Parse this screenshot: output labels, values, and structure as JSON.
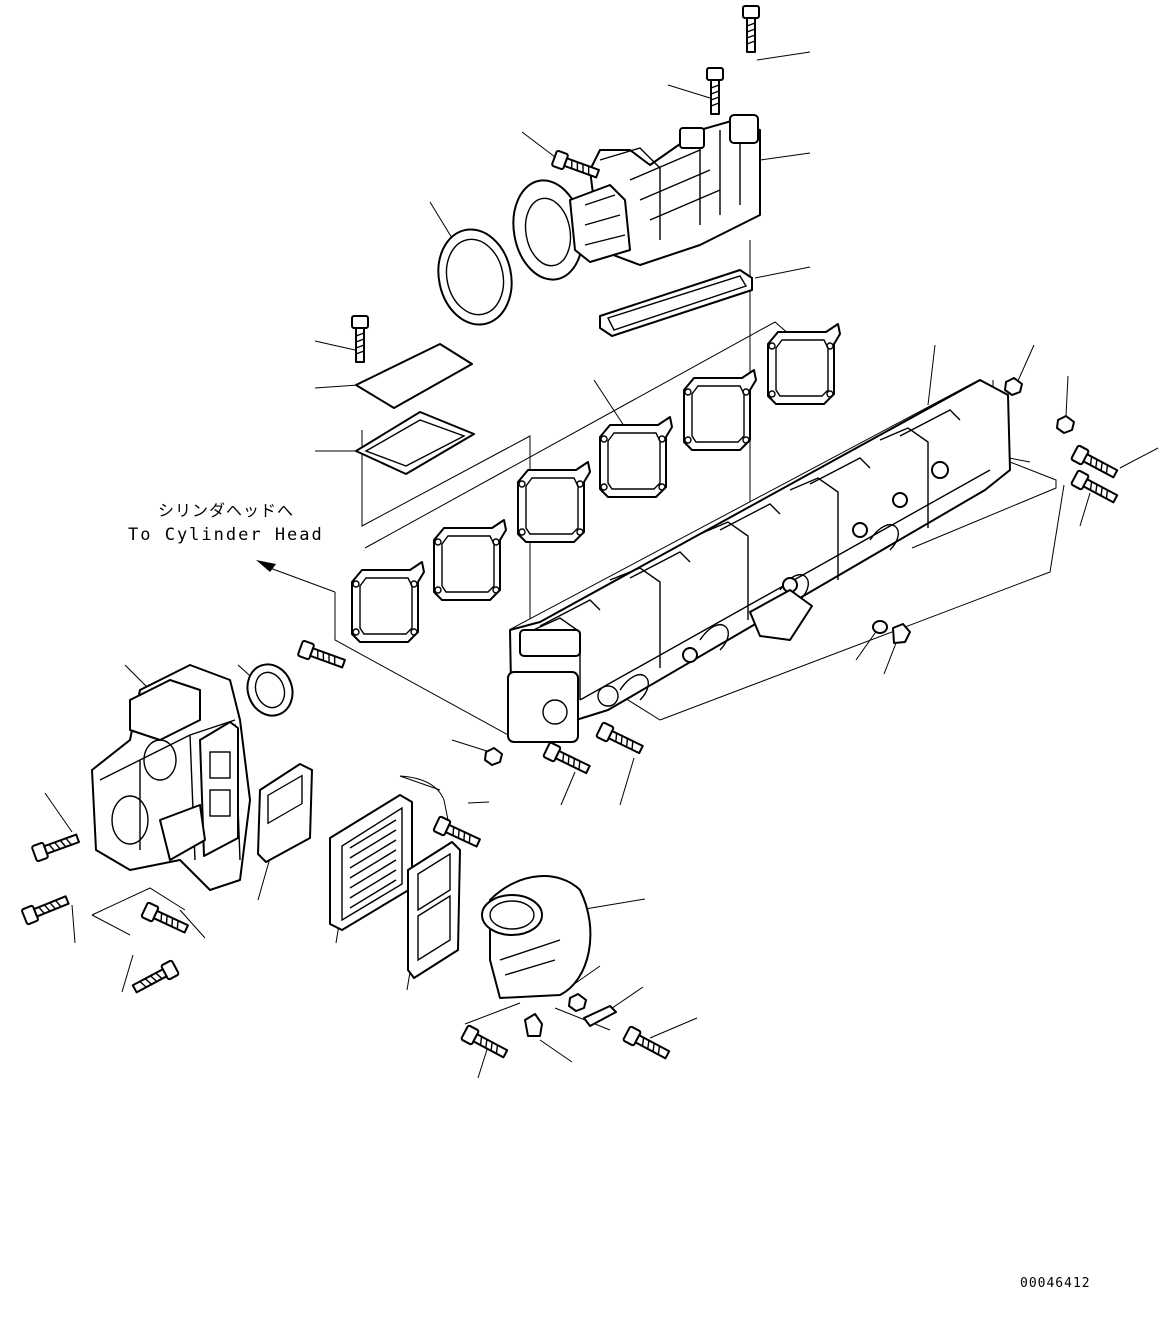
{
  "annotation": {
    "japanese": "シリンダヘッドへ",
    "english": "To Cylinder Head"
  },
  "figure_id": "00046412",
  "colors": {
    "ink": "#000000",
    "background": "#ffffff"
  }
}
